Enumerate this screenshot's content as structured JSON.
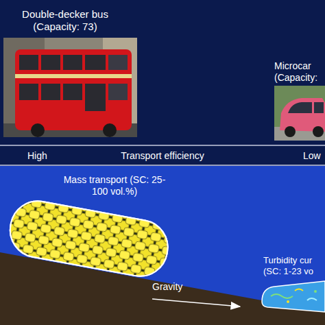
{
  "diagram": {
    "labels": [
      "Double-decker bus (Capacity: 73)",
      "Microcar (Capacity:",
      "High",
      "Transport efficiency",
      "Low",
      "Mass transport (SC: 25-100 vol.%)",
      "Gravity",
      "Turbidity cur (SC: 1-23 vo"
    ]
  }
}
